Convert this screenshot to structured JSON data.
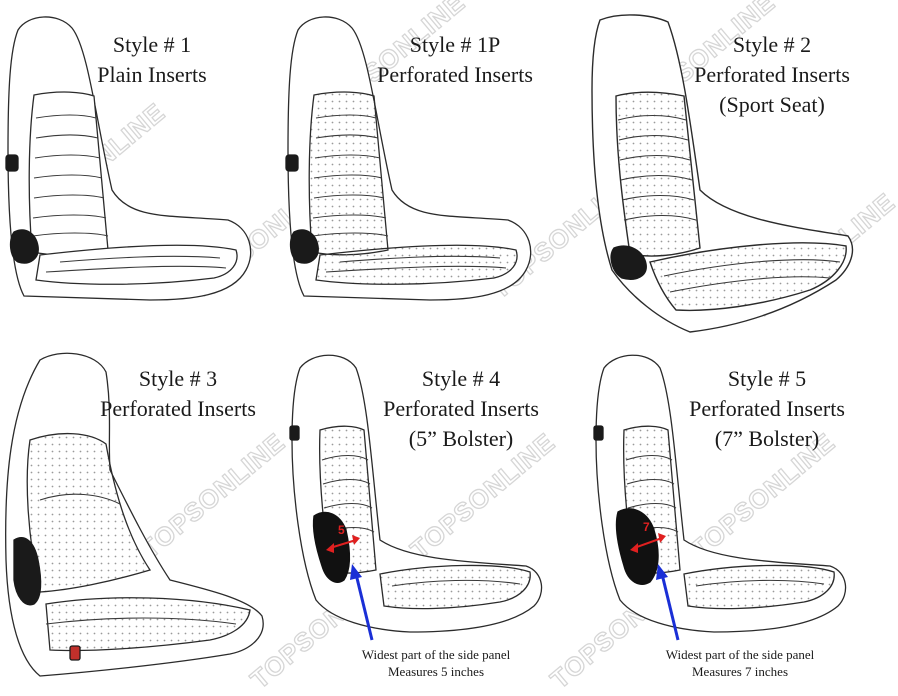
{
  "watermark": "TOPSONLINE",
  "panels": [
    {
      "id": "style-1",
      "lines": [
        "Style # 1",
        "Plain Inserts"
      ]
    },
    {
      "id": "style-1p",
      "lines": [
        "Style # 1P",
        "Perforated Inserts"
      ]
    },
    {
      "id": "style-2",
      "lines": [
        "Style # 2",
        "Perforated Inserts",
        "(Sport Seat)"
      ]
    },
    {
      "id": "style-3",
      "lines": [
        "Style # 3",
        "Perforated Inserts"
      ]
    },
    {
      "id": "style-4",
      "lines": [
        "Style # 4",
        "Perforated Inserts",
        "(5” Bolster)"
      ]
    },
    {
      "id": "style-5",
      "lines": [
        "Style # 5",
        "Perforated Inserts",
        "(7” Bolster)"
      ]
    }
  ],
  "bolster_notes": [
    {
      "dimension": "5",
      "lines": [
        "Widest part of the side panel",
        "Measures 5 inches"
      ]
    },
    {
      "dimension": "7",
      "lines": [
        "Widest part of the side panel",
        "Measures 7 inches"
      ]
    }
  ],
  "colors": {
    "outline": "#2b2b2b",
    "perforation": "#9a9a9a",
    "arrow_blue": "#1a2fd6",
    "dimension_red": "#e02020",
    "watermark": "#d6d6d6"
  }
}
